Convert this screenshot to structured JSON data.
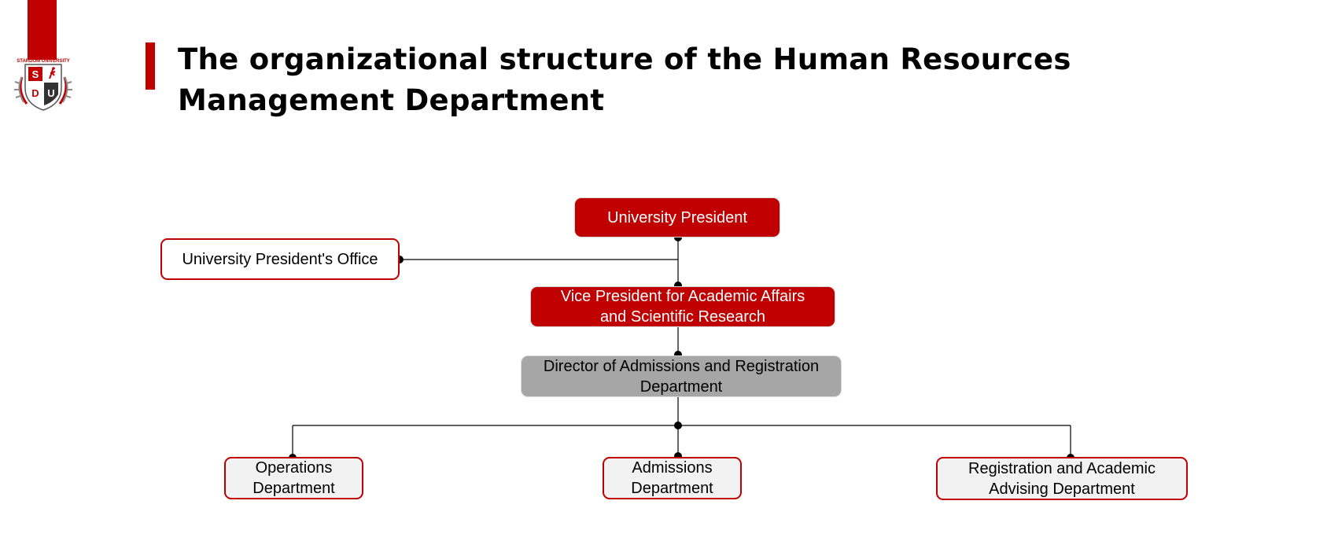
{
  "logo": {
    "text": "STARDOM UNIVERSITY",
    "letters": [
      "S",
      "D",
      "U"
    ]
  },
  "title": "The organizational structure of the Human Resources Management Department",
  "nodes": {
    "president": "University President",
    "office": "University President's Office",
    "vice_president": "Vice President for Academic Affairs and Scientific Research",
    "director": "Director of Admissions and Registration Department",
    "operations": "Operations Department",
    "admissions": "Admissions Department",
    "registration": "Registration and Academic Advising Department"
  },
  "colors": {
    "accent": "#c00000",
    "grey_box": "#a6a6a6",
    "light_box": "#f2f2f2"
  }
}
